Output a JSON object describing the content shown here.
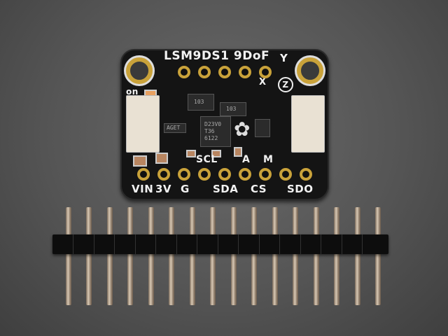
{
  "scene": {
    "subject": "Adafruit LSM9DS1 9-DoF breakout board with 16-pin male header strip",
    "background_color": "#5a5a5a"
  },
  "board": {
    "title": "LSM9DS1 9DoF",
    "axis_labels": {
      "y": "Y",
      "x": "X",
      "z": "Z"
    },
    "power_led_label": "on",
    "resistor_network_labels": [
      "103",
      "103"
    ],
    "chip_marking": [
      "D23V0",
      "T36",
      "6122"
    ],
    "regulator_marking": "AGET",
    "jumper_labels": {
      "scl": "SCL",
      "a": "A",
      "m": "M"
    },
    "bottom_pins": [
      "VIN",
      "3V",
      "G",
      "SCL",
      "SDA",
      "A",
      "CS",
      "M",
      "SDO"
    ],
    "bottom_pin_labels_row": [
      "VIN",
      "3V",
      "G",
      "SDA",
      "CS",
      "SDO"
    ],
    "top_pad_count": 5,
    "bottom_pad_count": 9,
    "pad_color": "#c9a23a",
    "pcb_color": "#141414"
  },
  "header_strip": {
    "pin_count": 16,
    "housing_color": "#0d0d0d"
  }
}
